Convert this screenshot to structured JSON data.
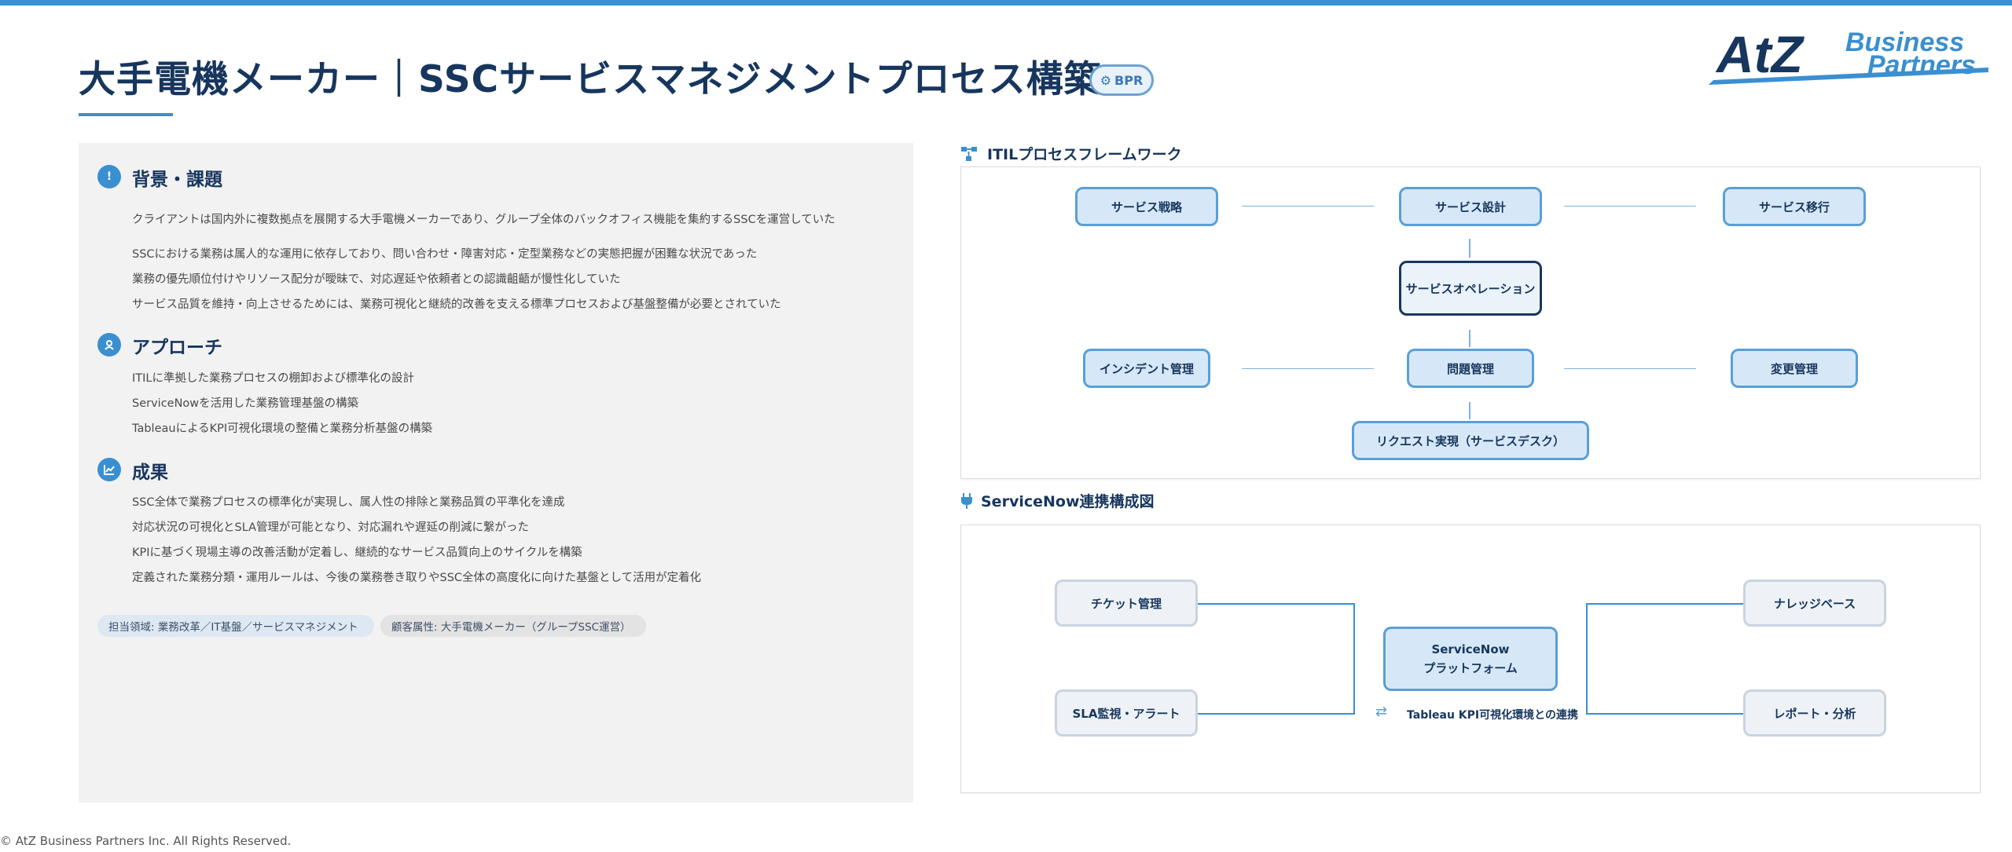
{
  "header": {
    "title": "大手電機メーカー｜SSCサービスマネジメントプロセス構築",
    "badge": "BPR",
    "logo_line1": "AtZ",
    "logo_line2": "Business",
    "logo_line3": "Partners"
  },
  "sections": {
    "background": {
      "icon": "!",
      "title": "背景・課題",
      "items": [
        "クライアントは国内外に複数拠点を展開する大手電機メーカーであり、グループ全体のバックオフィス機能を集約するSSCを運営していた",
        "SSCにおける業務は属人的な運用に依存しており、問い合わせ・障害対応・定型業務などの実態把握が困難な状況であった",
        "業務の優先順位付けやリソース配分が曖昧で、対応遅延や依頼者との認識齟齬が慢性化していた",
        "サービス品質を維持・向上させるためには、業務可視化と継続的改善を支える標準プロセスおよび基盤整備が必要とされていた"
      ]
    },
    "approach": {
      "title": "アプローチ",
      "items": [
        "ITILに準拠した業務プロセスの棚卸および標準化の設計",
        "ServiceNowを活用した業務管理基盤の構築",
        "TableauによるKPI可視化環境の整備と業務分析基盤の構築"
      ]
    },
    "results": {
      "title": "成果",
      "items": [
        "SSC全体で業務プロセスの標準化が実現し、属人性の排除と業務品質の平準化を達成",
        "対応状況の可視化とSLA管理が可能となり、対応漏れや遅延の削減に繋がった",
        "KPIに基づく現場主導の改善活動が定着し、継続的なサービス品質向上のサイクルを構築",
        "定義された業務分類・運用ルールは、今後の業務巻き取りやSSC全体の高度化に向けた基盤として活用が定着化"
      ]
    },
    "tags": [
      "担当領域: 業務改革／IT基盤／サービスマネジメント",
      "顧客属性: 大手電機メーカー（グループSSC運営）"
    ]
  },
  "itil": {
    "title": "ITILプロセスフレームワーク",
    "nodes": {
      "strategy": "サービス戦略",
      "design": "サービス設計",
      "transition": "サービス移行",
      "operation": "サービスオペレーション",
      "incident": "インシデント管理",
      "problem": "問題管理",
      "change": "変更管理",
      "request": "リクエスト実現（サービスデスク）"
    }
  },
  "servicenow": {
    "title": "ServiceNow連携構成図",
    "nodes": {
      "ticket": "チケット管理",
      "sla": "SLA監視・アラート",
      "platform_line1": "ServiceNow",
      "platform_line2": "プラットフォーム",
      "knowledge": "ナレッジベース",
      "report": "レポート・分析"
    },
    "integration": "Tableau KPI可視化環境との連携"
  },
  "footer": {
    "copyright": "© AtZ Business Partners Inc. All Rights Reserved."
  },
  "colors": {
    "accent": "#3a8fd0",
    "navy": "#17365e",
    "node_fill": "#d6e8f7"
  }
}
